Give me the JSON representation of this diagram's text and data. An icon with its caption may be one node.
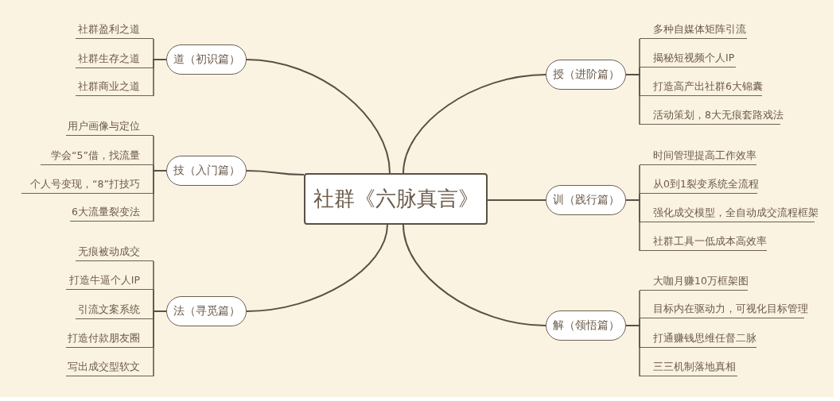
{
  "diagram": {
    "nodes": [
      {
        "text": [
          "社群《六脉真言》"
        ]
      },
      {
        "text": [
          "道（初识篇）"
        ]
      },
      {
        "text": [
          "社群盈利之道"
        ]
      },
      {
        "text": [
          "社群生存之道"
        ]
      },
      {
        "text": [
          "社群商业之道"
        ]
      },
      {
        "text": [
          "技（入门篇）"
        ]
      },
      {
        "text": [
          "用户画像与定位"
        ]
      },
      {
        "text": [
          "学会“5”借，找流量"
        ]
      },
      {
        "text": [
          "个人号变现，“8”打技巧"
        ]
      },
      {
        "text": [
          "6大流量裂变法"
        ]
      },
      {
        "text": [
          "法（寻觅篇）"
        ]
      },
      {
        "text": [
          "无痕被动成交"
        ]
      },
      {
        "text": [
          "打造牛逼个人IP"
        ]
      },
      {
        "text": [
          "引流文案系统"
        ]
      },
      {
        "text": [
          "打造付款朋友圈"
        ]
      },
      {
        "text": [
          "写出成交型软文"
        ]
      },
      {
        "text": [
          "授（进阶篇）"
        ]
      },
      {
        "text": [
          "多种自媒体矩阵引流"
        ]
      },
      {
        "text": [
          "揭秘短视频个人IP"
        ]
      },
      {
        "text": [
          "打造高产出社群6大锦囊"
        ]
      },
      {
        "text": [
          "活动策划，8大无痕套路戏法"
        ]
      },
      {
        "text": [
          "训（践行篇）"
        ]
      },
      {
        "text": [
          "时间管理提高工作效率"
        ]
      },
      {
        "text": [
          "从0到1裂变系统全流程"
        ]
      },
      {
        "text": [
          "强化成交模型，全自动成交流程框架"
        ]
      },
      {
        "text": [
          "社群工具一低成本高效率"
        ]
      },
      {
        "text": [
          "解（领悟篇）"
        ]
      },
      {
        "text": [
          "大咖月赚10万框架图"
        ]
      },
      {
        "text": [
          "目标内在驱动力，可视化目标管理"
        ]
      },
      {
        "text": [
          "打通赚钱思维任督二脉"
        ]
      },
      {
        "text": [
          "三三机制落地真相"
        ]
      }
    ],
    "edges": [
      {
        "from": 0,
        "to": 1,
        "arrow": "none"
      },
      {
        "from": 0,
        "to": 5,
        "arrow": "none"
      },
      {
        "from": 0,
        "to": 10,
        "arrow": "none"
      },
      {
        "from": 0,
        "to": 16,
        "arrow": "none"
      },
      {
        "from": 0,
        "to": 21,
        "arrow": "none"
      },
      {
        "from": 0,
        "to": 26,
        "arrow": "none"
      },
      {
        "from": 1,
        "to": 2,
        "arrow": "none"
      },
      {
        "from": 1,
        "to": 3,
        "arrow": "none"
      },
      {
        "from": 1,
        "to": 4,
        "arrow": "none"
      },
      {
        "from": 5,
        "to": 6,
        "arrow": "none"
      },
      {
        "from": 5,
        "to": 7,
        "arrow": "none"
      },
      {
        "from": 5,
        "to": 8,
        "arrow": "none"
      },
      {
        "from": 5,
        "to": 9,
        "arrow": "none"
      },
      {
        "from": 10,
        "to": 11,
        "arrow": "none"
      },
      {
        "from": 10,
        "to": 12,
        "arrow": "none"
      },
      {
        "from": 10,
        "to": 13,
        "arrow": "none"
      },
      {
        "from": 10,
        "to": 14,
        "arrow": "none"
      },
      {
        "from": 10,
        "to": 15,
        "arrow": "none"
      },
      {
        "from": 16,
        "to": 17,
        "arrow": "none"
      },
      {
        "from": 16,
        "to": 18,
        "arrow": "none"
      },
      {
        "from": 16,
        "to": 19,
        "arrow": "none"
      },
      {
        "from": 16,
        "to": 20,
        "arrow": "none"
      },
      {
        "from": 21,
        "to": 22,
        "arrow": "none"
      },
      {
        "from": 21,
        "to": 23,
        "arrow": "none"
      },
      {
        "from": 21,
        "to": 24,
        "arrow": "none"
      },
      {
        "from": 21,
        "to": 25,
        "arrow": "none"
      },
      {
        "from": 26,
        "to": 27,
        "arrow": "none"
      },
      {
        "from": 26,
        "to": 28,
        "arrow": "none"
      },
      {
        "from": 26,
        "to": 29,
        "arrow": "none"
      },
      {
        "from": 26,
        "to": 30,
        "arrow": "none"
      }
    ]
  }
}
